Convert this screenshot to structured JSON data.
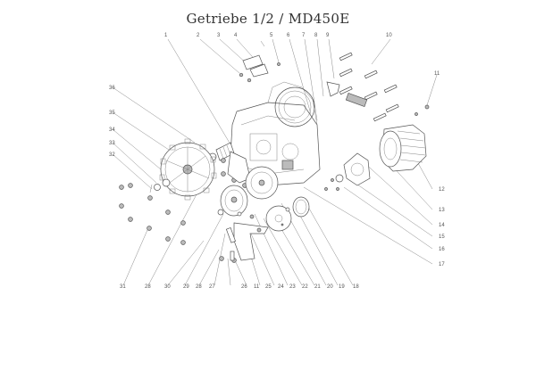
{
  "title": "Getriebe 1/2 / MD450E",
  "callouts": {
    "top": [
      "1",
      "2",
      "3",
      "4",
      "5",
      "6",
      "7",
      "8",
      "9",
      "10"
    ],
    "right": [
      "11",
      "12",
      "13",
      "14",
      "15",
      "16",
      "17"
    ],
    "bottom": [
      "31",
      "28",
      "30",
      "29",
      "28",
      "27",
      "26",
      "11",
      "25",
      "24",
      "23",
      "22",
      "21",
      "20",
      "19",
      "18"
    ],
    "left": [
      "36",
      "35",
      "34",
      "33",
      "32"
    ]
  },
  "parts_labels": {
    "p1": "1",
    "p2": "2",
    "p3": "3",
    "p4": "4",
    "p5": "5",
    "p6": "6",
    "p7": "7",
    "p8": "8",
    "p9": "9",
    "p10": "10",
    "p11a": "11",
    "p12": "12",
    "p13": "13",
    "p14": "14",
    "p15": "15",
    "p16": "16",
    "p17": "17",
    "p18": "18",
    "p19": "19",
    "p20": "20",
    "p21": "21",
    "p22": "22",
    "p23": "23",
    "p24": "24",
    "p25": "25",
    "p11b": "11",
    "p26": "26",
    "p27": "27",
    "p28a": "28",
    "p29": "29",
    "p30": "30",
    "p28b": "28",
    "p31": "31",
    "p32": "32",
    "p33": "33",
    "p34": "34",
    "p35": "35",
    "p36": "36"
  }
}
